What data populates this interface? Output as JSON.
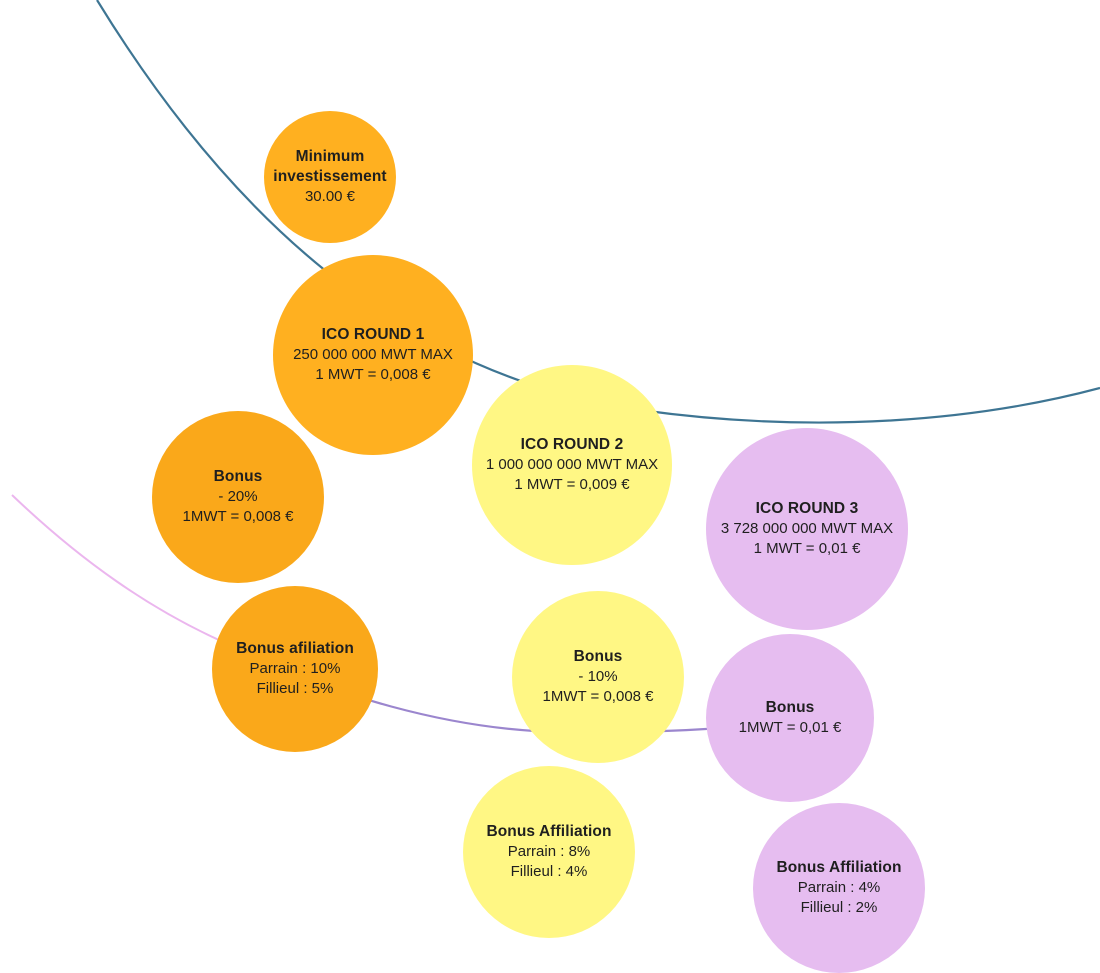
{
  "colors": {
    "round1": "#FAA81A",
    "round1_light": "#FFB020",
    "round2": "#FFF784",
    "round3": "#E6BDF0",
    "curve_blue": "#3E7593",
    "curve_purple": "#9B86CE",
    "curve_pink": "#EBB6EE"
  },
  "min_invest": {
    "title": "Minimum\ninvestissement",
    "title_line1": "Minimum",
    "title_line2": "investissement",
    "value": "30.00 €"
  },
  "round1": {
    "title": "ICO ROUND 1",
    "supply": "250 000 000 MWT MAX",
    "price": "1 MWT = 0,008 €",
    "bonus": {
      "title": "Bonus",
      "discount": "- 20%",
      "price": "1MWT = 0,008 €"
    },
    "affiliation": {
      "title": "Bonus afiliation",
      "parrain": "Parrain : 10%",
      "fillieul": "Fillieul : 5%"
    }
  },
  "round2": {
    "title": "ICO ROUND 2",
    "supply": "1 000 000 000 MWT MAX",
    "price": "1 MWT = 0,009 €",
    "bonus": {
      "title": "Bonus",
      "discount": "- 10%",
      "price": "1MWT = 0,008 €"
    },
    "affiliation": {
      "title": "Bonus Affiliation",
      "parrain": "Parrain : 8%",
      "fillieul": "Fillieul : 4%"
    }
  },
  "round3": {
    "title": "ICO ROUND 3",
    "supply": "3 728 000 000 MWT MAX",
    "price": "1 MWT = 0,01 €",
    "bonus": {
      "title": "Bonus",
      "price": "1MWT = 0,01 €"
    },
    "affiliation": {
      "title": "Bonus Affiliation",
      "parrain": "Parrain : 4%",
      "fillieul": "Fillieul : 2%"
    }
  }
}
